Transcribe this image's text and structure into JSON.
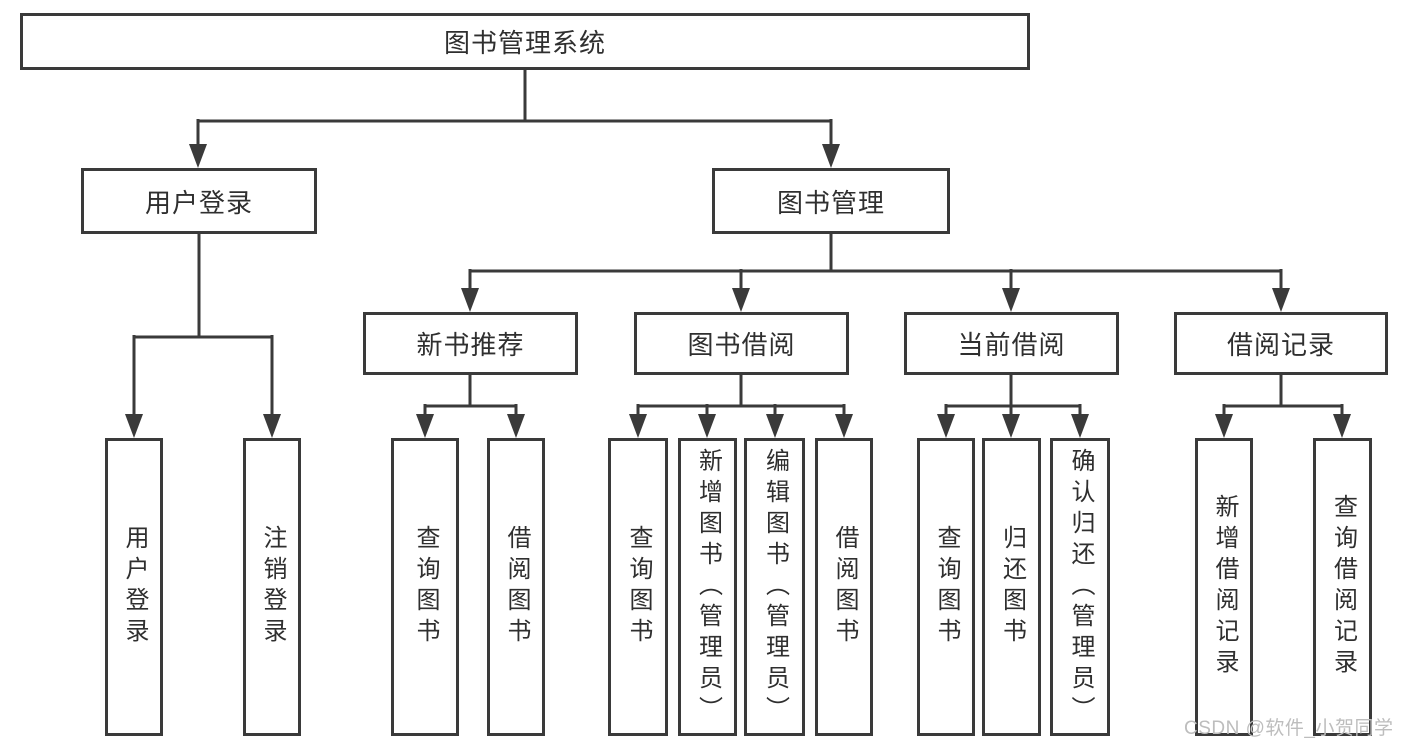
{
  "diagram_type": "tree",
  "tree": {
    "root": {
      "label": "图书管理系统",
      "children": [
        {
          "label": "用户登录",
          "children": [
            {
              "label": "用户登录"
            },
            {
              "label": "注销登录"
            }
          ]
        },
        {
          "label": "图书管理",
          "children": [
            {
              "label": "新书推荐",
              "children": [
                {
                  "label": "查询图书"
                },
                {
                  "label": "借阅图书"
                }
              ]
            },
            {
              "label": "图书借阅",
              "children": [
                {
                  "label": "查询图书"
                },
                {
                  "label": "新增图书（管理员）"
                },
                {
                  "label": "编辑图书（管理员）"
                },
                {
                  "label": "借阅图书"
                }
              ]
            },
            {
              "label": "当前借阅",
              "children": [
                {
                  "label": "查询图书"
                },
                {
                  "label": "归还图书"
                },
                {
                  "label": "确认归还（管理员）"
                }
              ]
            },
            {
              "label": "借阅记录",
              "children": [
                {
                  "label": "新增借阅记录"
                },
                {
                  "label": "查询借阅记录"
                }
              ]
            }
          ]
        }
      ]
    }
  },
  "watermark": {
    "text": "CSDN @软件_小贺同学"
  },
  "colors": {
    "line": "#3a3a3a",
    "box_border": "#3a3a3a",
    "text": "#2f2f2f",
    "watermark": "#bdbdbd",
    "background": "#ffffff"
  }
}
